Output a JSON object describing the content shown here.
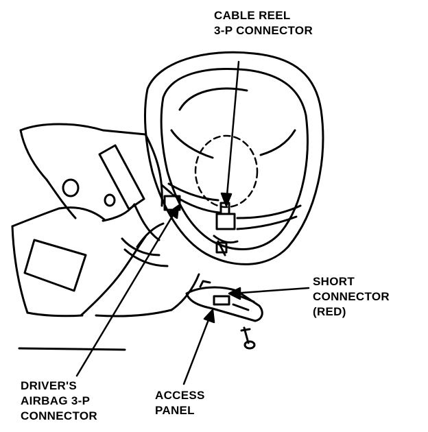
{
  "labels": {
    "cable_reel": [
      "CABLE REEL",
      "3-P CONNECTOR"
    ],
    "short_connector": [
      "SHORT",
      "CONNECTOR",
      "(RED)"
    ],
    "drivers_airbag": [
      "DRIVER'S",
      "AIRBAG 3-P",
      "CONNECTOR"
    ],
    "access_panel": [
      "ACCESS",
      "PANEL"
    ]
  }
}
